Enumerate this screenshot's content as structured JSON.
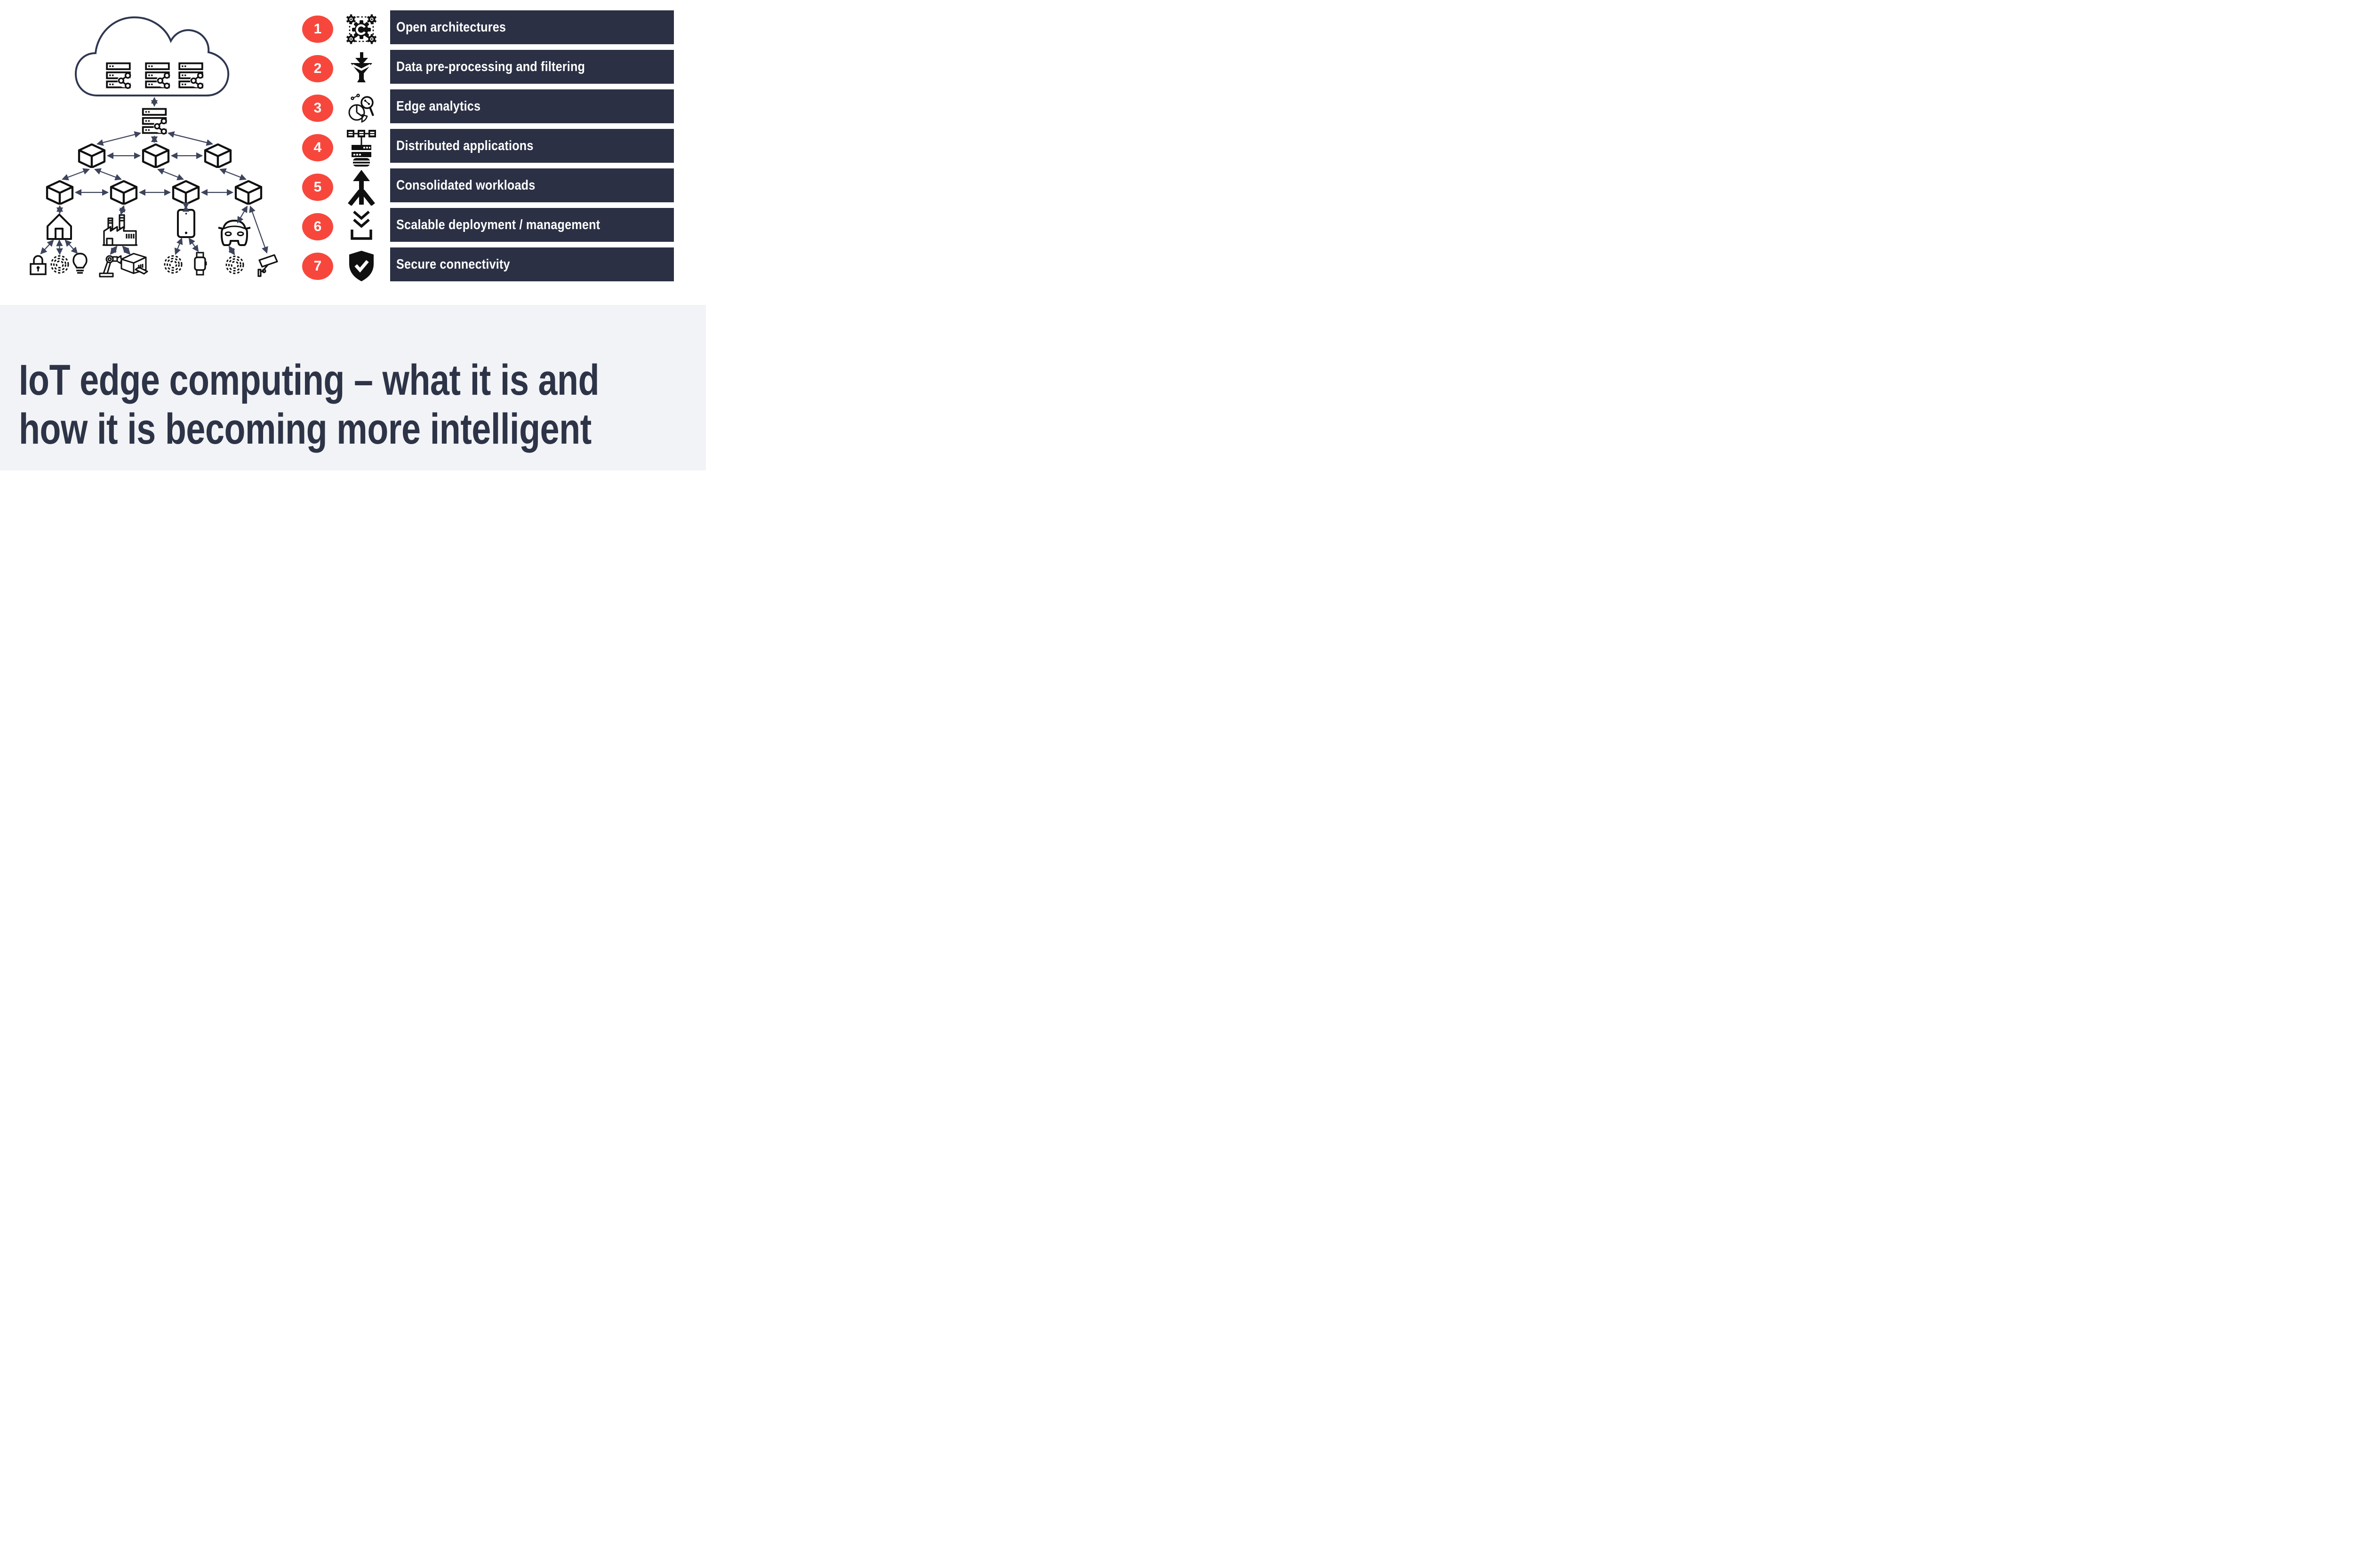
{
  "colors": {
    "accent_red": "#f7473c",
    "bar_navy": "#2b3044",
    "title_navy": "#2e3447",
    "footer_background": "#f2f3f6",
    "arrow_navy": "#3d445c",
    "icon_black": "#101010"
  },
  "list": {
    "items": [
      {
        "number": "1",
        "label": "Open architectures",
        "icon": "gears-network-icon"
      },
      {
        "number": "2",
        "label": "Data pre-processing and filtering",
        "icon": "data-funnel-icon"
      },
      {
        "number": "3",
        "label": "Edge analytics",
        "icon": "analytics-magnifier-icon"
      },
      {
        "number": "4",
        "label": "Distributed applications",
        "icon": "distributed-nodes-server-icon"
      },
      {
        "number": "5",
        "label": "Consolidated workloads",
        "icon": "merge-arrows-icon"
      },
      {
        "number": "6",
        "label": "Scalable deployment / management",
        "icon": "deployment-chevrons-icon"
      },
      {
        "number": "7",
        "label": "Secure connectivity",
        "icon": "shield-check-icon"
      }
    ]
  },
  "diagram": {
    "cloud": "cloud-datacenter",
    "cloud_servers": [
      "cloud-server-icon",
      "cloud-server-icon",
      "cloud-server-icon"
    ],
    "gateway": "edge-gateway-server-icon",
    "tier1_nodes": [
      "edge-cube-node",
      "edge-cube-node",
      "edge-cube-node"
    ],
    "tier2_nodes": [
      "edge-cube-node",
      "edge-cube-node",
      "edge-cube-node",
      "edge-cube-node"
    ],
    "devices": [
      "smart-home-icon",
      "factory-icon",
      "tablet-icon",
      "connected-car-icon"
    ],
    "endpoints": [
      "padlock-icon",
      "iot-sensor-icon",
      "lightbulb-icon",
      "robot-arm-icon",
      "industrial-machine-icon",
      "iot-sensor-icon",
      "smartwatch-icon",
      "iot-sensor-icon",
      "cctv-camera-icon"
    ]
  },
  "title": {
    "line1": "IoT edge computing – what it is and",
    "line2": "how it is becoming more intelligent"
  }
}
